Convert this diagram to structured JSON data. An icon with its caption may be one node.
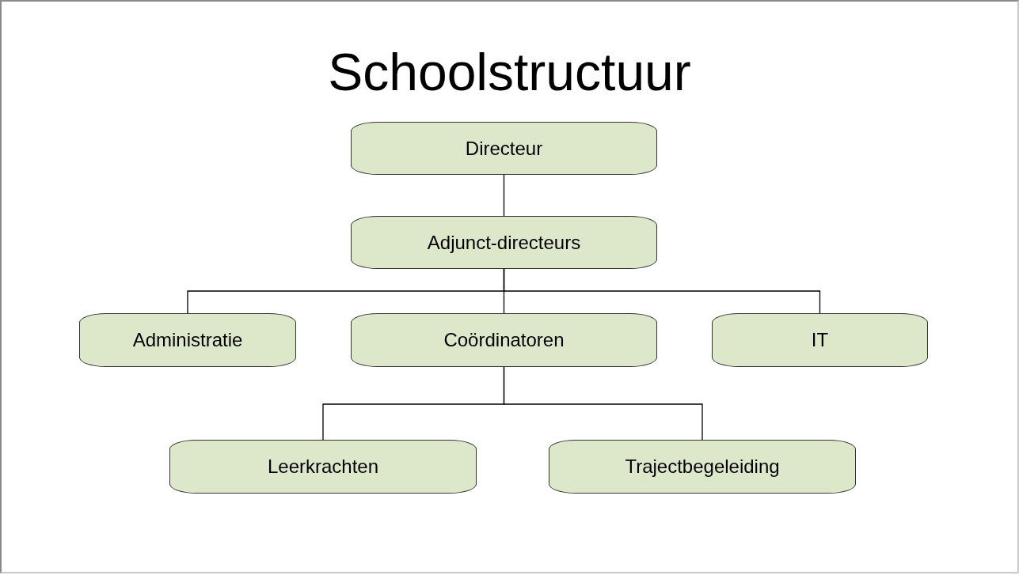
{
  "diagram": {
    "title": "Schoolstructuur",
    "nodes": [
      {
        "text": [
          "Directeur"
        ]
      },
      {
        "text": [
          "Adjunct-directeurs"
        ]
      },
      {
        "text": [
          "Administratie"
        ]
      },
      {
        "text": [
          "Coördinatoren"
        ]
      },
      {
        "text": [
          "IT"
        ]
      },
      {
        "text": [
          "Leerkrachten"
        ]
      },
      {
        "text": [
          "Trajectbegeleiding"
        ]
      }
    ],
    "edges": [
      {
        "from": 0,
        "to": 1,
        "arrow": "none"
      },
      {
        "from": 1,
        "to": 2,
        "arrow": "none"
      },
      {
        "from": 1,
        "to": 3,
        "arrow": "none"
      },
      {
        "from": 1,
        "to": 4,
        "arrow": "none"
      },
      {
        "from": 3,
        "to": 5,
        "arrow": "none"
      },
      {
        "from": 3,
        "to": 6,
        "arrow": "none"
      }
    ]
  }
}
